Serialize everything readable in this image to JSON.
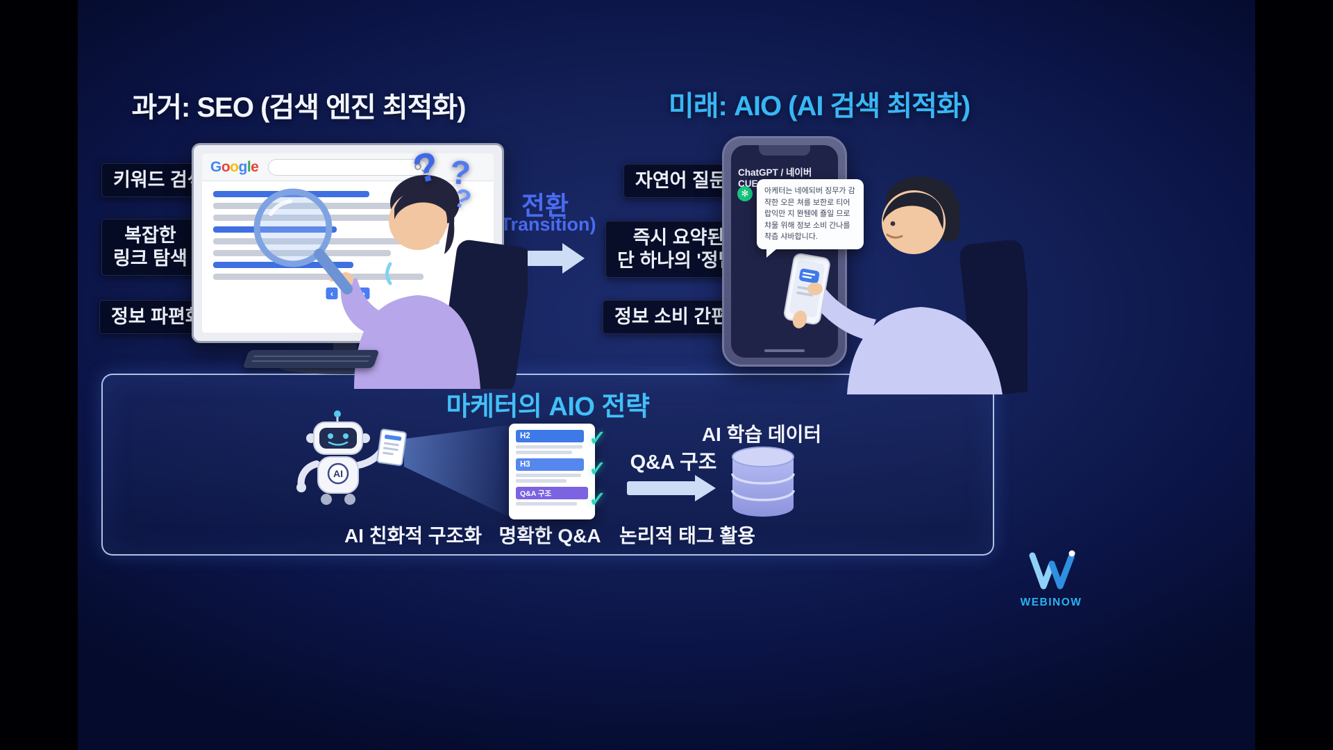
{
  "left": {
    "title": "과거: SEO (검색 엔진 최적화)",
    "labels": [
      "키워드 검색",
      "복잡한\n링크 탐색",
      "정보 파편화"
    ],
    "question_marks": [
      "?",
      "?",
      "?"
    ],
    "browser": {
      "logo_letters": [
        "G",
        "o",
        "o",
        "g",
        "l",
        "e"
      ],
      "pagination": [
        "‹",
        "▸",
        "›"
      ]
    }
  },
  "transition": {
    "korean": "전환",
    "english": "(Transition)"
  },
  "right": {
    "title": "미래: AIO (AI 검색 최적화)",
    "labels": [
      "자연어 질문",
      "즉시 요약된\n단 하나의 '정답'",
      "정보 소비 간편화"
    ],
    "chat": {
      "header": "ChatGPT / 네이버 CUE:",
      "bubble_text": "아케터는 네에되버 징무가 감쟉한 오믄 쳐를 보한로 티어 랍익만 지 뫈퉨에 죨일 므로 챠물 위해 정보 소비 간나를 챡츰 샤바합니다."
    }
  },
  "strategy_panel": {
    "title": "마케터의 AIO 전략",
    "robot_badge": "AI",
    "document": {
      "sections": [
        "H2",
        "H3",
        "Q&A 구조"
      ]
    },
    "qa_arrow_label": "Q&A 구조",
    "database_label": "AI 학습 데이터",
    "captions": [
      "AI 친화적 구조화",
      "명확한 Q&A",
      "논리적 태그 활용"
    ]
  },
  "branding": {
    "name": "WEBINOW"
  },
  "colors": {
    "background_navy": "#13205c",
    "accent_cyan": "#41c0f7",
    "transition_blue": "#4a6cf0",
    "check_teal": "#2fd6bb"
  }
}
